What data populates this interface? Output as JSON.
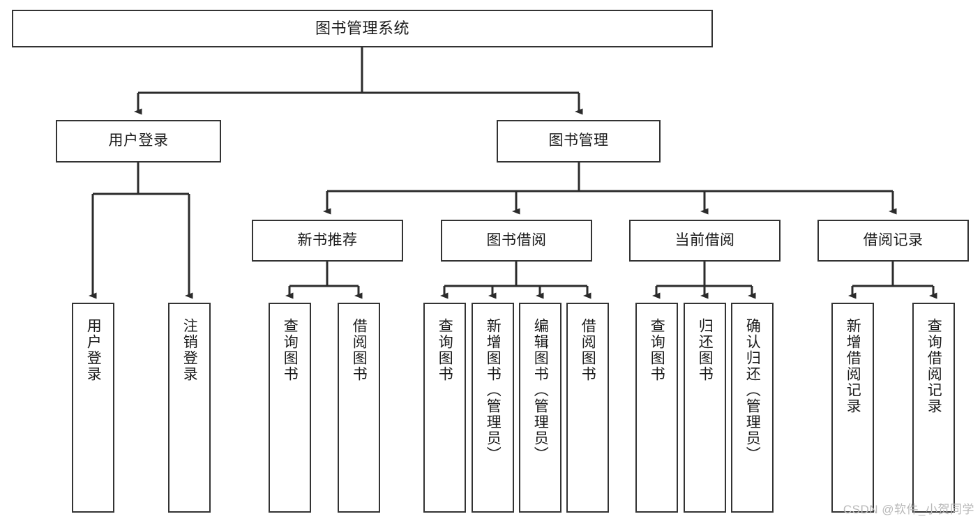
{
  "diagram": {
    "type": "tree-hierarchy",
    "title": "图书管理系统",
    "watermark": "CSDN @软件_小贺同学",
    "colors": {
      "background": "#ffffff",
      "box_border": "#333333",
      "box_fill": "#ffffff",
      "connector": "#2b2b2b",
      "text": "#1a1a1a",
      "watermark": "#b9b9b9"
    },
    "nodes": {
      "root": {
        "label": "图书管理系统"
      },
      "level1": [
        {
          "id": "user-login",
          "label": "用户登录"
        },
        {
          "id": "book-management",
          "label": "图书管理"
        }
      ],
      "level2": [
        {
          "id": "new-book-recommend",
          "label": "新书推荐",
          "parent": "book-management"
        },
        {
          "id": "book-borrow",
          "label": "图书借阅",
          "parent": "book-management"
        },
        {
          "id": "current-borrow",
          "label": "当前借阅",
          "parent": "book-management"
        },
        {
          "id": "borrow-record",
          "label": "借阅记录",
          "parent": "book-management"
        }
      ],
      "leaves": [
        {
          "id": "leaf-user-login",
          "label": "用户登录",
          "parent": "user-login"
        },
        {
          "id": "leaf-logout-login",
          "label": "注销登录",
          "parent": "user-login"
        },
        {
          "id": "leaf-query-book-1",
          "label": "查询图书",
          "parent": "new-book-recommend"
        },
        {
          "id": "leaf-borrow-book-1",
          "label": "借阅图书",
          "parent": "new-book-recommend"
        },
        {
          "id": "leaf-query-book-2",
          "label": "查询图书",
          "parent": "book-borrow"
        },
        {
          "id": "leaf-add-book",
          "label": "新增图书（管理员）",
          "parent": "book-borrow"
        },
        {
          "id": "leaf-edit-book",
          "label": "编辑图书（管理员）",
          "parent": "book-borrow"
        },
        {
          "id": "leaf-borrow-book-2",
          "label": "借阅图书",
          "parent": "book-borrow"
        },
        {
          "id": "leaf-query-book-3",
          "label": "查询图书",
          "parent": "current-borrow"
        },
        {
          "id": "leaf-return-book",
          "label": "归还图书",
          "parent": "current-borrow"
        },
        {
          "id": "leaf-confirm-return",
          "label": "确认归还（管理员）",
          "parent": "current-borrow"
        },
        {
          "id": "leaf-add-borrow-record",
          "label": "新增借阅记录",
          "parent": "borrow-record"
        },
        {
          "id": "leaf-query-borrow-record",
          "label": "查询借阅记录",
          "parent": "borrow-record"
        }
      ]
    }
  }
}
